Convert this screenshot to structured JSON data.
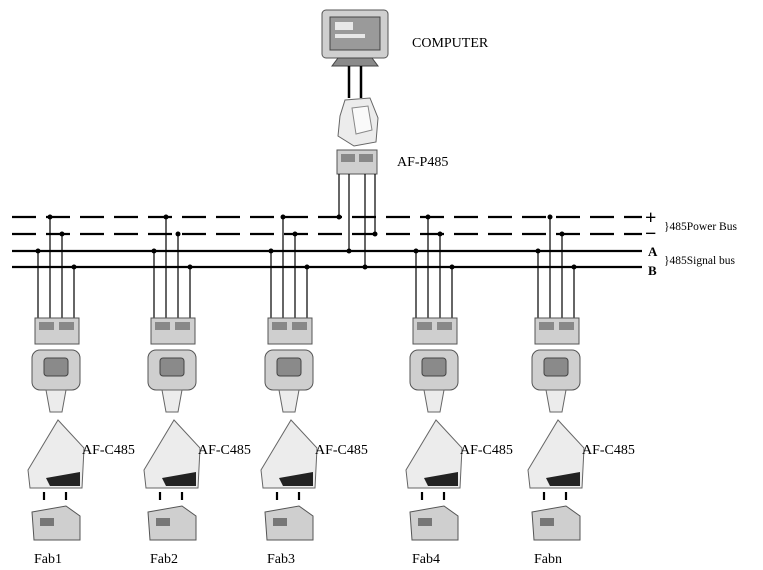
{
  "title": "",
  "computer": {
    "label": "COMPUTER",
    "icon": "computer-monitor-icon"
  },
  "host_converter": {
    "label": "AF-P485"
  },
  "bus": {
    "plus_symbol": "+",
    "minus_symbol": "−",
    "a_label": "A",
    "b_label": "B",
    "power_bus_label": "}485Power Bus",
    "signal_bus_label": "}485Signal bus"
  },
  "nodes": [
    {
      "converter_label": "AF-C485",
      "fab_label": "Fab1"
    },
    {
      "converter_label": "AF-C485",
      "fab_label": "Fab2"
    },
    {
      "converter_label": "AF-C485",
      "fab_label": "Fab3"
    },
    {
      "converter_label": "AF-C485",
      "fab_label": "Fab4"
    },
    {
      "converter_label": "AF-C485",
      "fab_label": "Fabn"
    }
  ]
}
